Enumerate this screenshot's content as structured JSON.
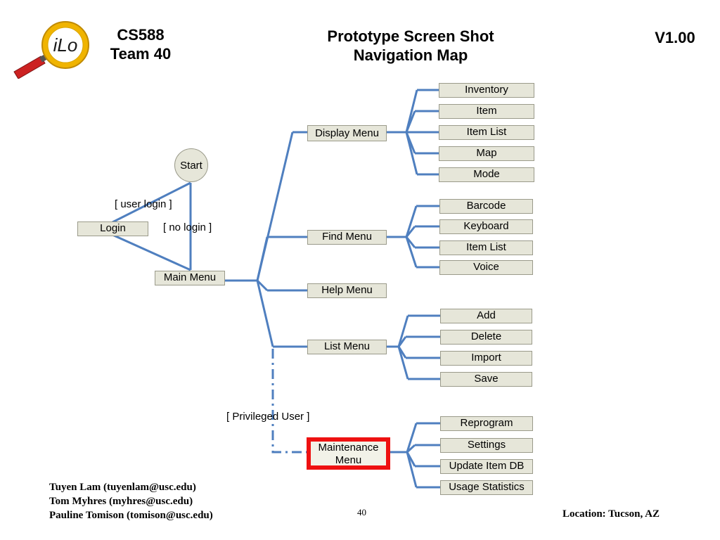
{
  "header": {
    "logo_text": "iLo",
    "course_line1": "CS588",
    "course_line2": "Team 40",
    "title_line1": "Prototype Screen Shot",
    "title_line2": "Navigation Map",
    "version": "V1.00"
  },
  "colors": {
    "line": "#4f7fbf",
    "node_fill": "#e6e6d9",
    "highlight": "#ee1111"
  },
  "nodes": {
    "start": "Start",
    "login": "Login",
    "main_menu": "Main Menu",
    "display_menu": "Display Menu",
    "find_menu": "Find Menu",
    "help_menu": "Help Menu",
    "list_menu": "List Menu",
    "maintenance_menu": "Maintenance Menu"
  },
  "edge_labels": {
    "user_login": "[ user login ]",
    "no_login": "[ no login ]",
    "privileged_user": "[ Privileged User ]"
  },
  "display_items": [
    "Inventory",
    "Item",
    "Item List",
    "Map",
    "Mode"
  ],
  "find_items": [
    "Barcode",
    "Keyboard",
    "Item List",
    "Voice"
  ],
  "list_items": [
    "Add",
    "Delete",
    "Import",
    "Save"
  ],
  "maintenance_items": [
    "Reprogram",
    "Settings",
    "Update Item DB",
    "Usage Statistics"
  ],
  "footer": {
    "authors": [
      "Tuyen Lam (tuyenlam@usc.edu)",
      "Tom Myhres (myhres@usc.edu)",
      "Pauline Tomison (tomison@usc.edu)"
    ],
    "page_number": "40",
    "location": "Location:  Tucson, AZ"
  }
}
